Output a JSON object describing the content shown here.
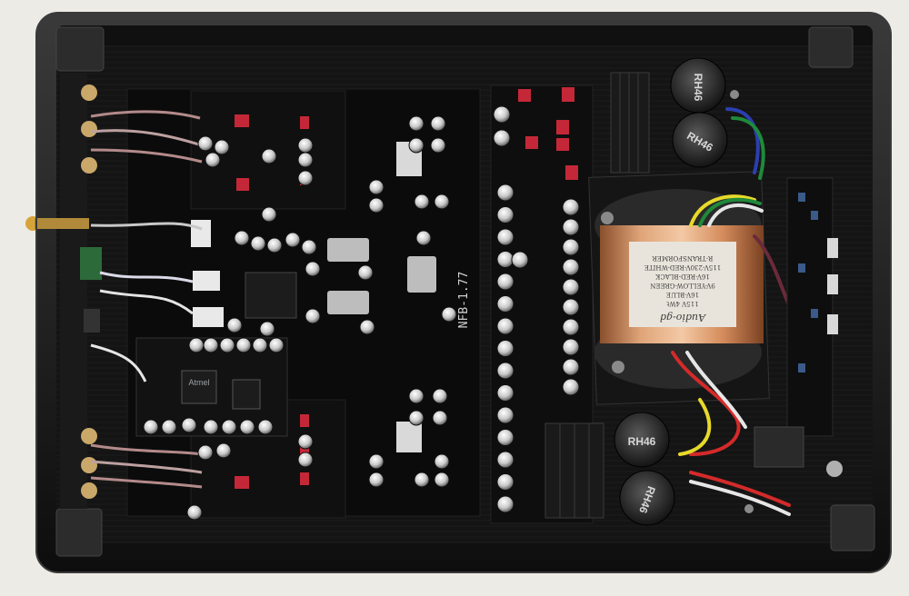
{
  "pcb": {
    "board_label": "NFB-1.77"
  },
  "capacitors": {
    "cap_top_1": "RH46",
    "cap_top_2": "RH46",
    "cap_bottom_1": "RH46",
    "cap_bottom_2": "RH46"
  },
  "chips": {
    "usb_chip_brand": "Atmel"
  },
  "transformer": {
    "brand": "Audio-gd",
    "line1": "115V 4Wt",
    "line2": "16V-BLUE",
    "line3": "9V-YELLOW-GREEN",
    "line4": "16V-RED-BLACK",
    "line5": "115V-230V-RED-WHITE",
    "line6": "R-TRANSFORMER"
  },
  "colors": {
    "chassis": "#151515",
    "pcb": "#0c0c0c",
    "copper": "#c98a5a",
    "relay_red": "#c7243a",
    "background": "#ecebe6"
  }
}
